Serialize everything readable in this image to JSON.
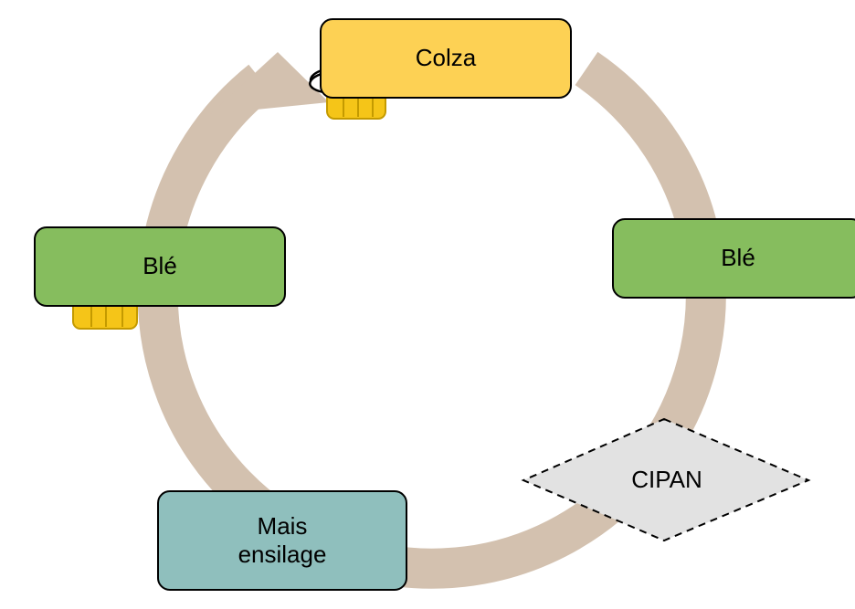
{
  "colors": {
    "cycle_arrow": "#d3c1af",
    "colza_fill": "#fdd154",
    "ble_fill": "#86bd5e",
    "mais_fill": "#8fbfbd",
    "cipan_fill": "#e2e2e2",
    "hay_bale": "#f5c518"
  },
  "nodes": {
    "colza": {
      "label": "Colza"
    },
    "ble_left": {
      "label": "Blé"
    },
    "ble_right": {
      "label": "Blé"
    },
    "mais": {
      "line1": "Mais",
      "line2": "ensilage"
    },
    "cipan": {
      "label": "CIPAN"
    }
  },
  "icons": {
    "straw_export": "hay-bale-with-return-arrow-icon"
  }
}
